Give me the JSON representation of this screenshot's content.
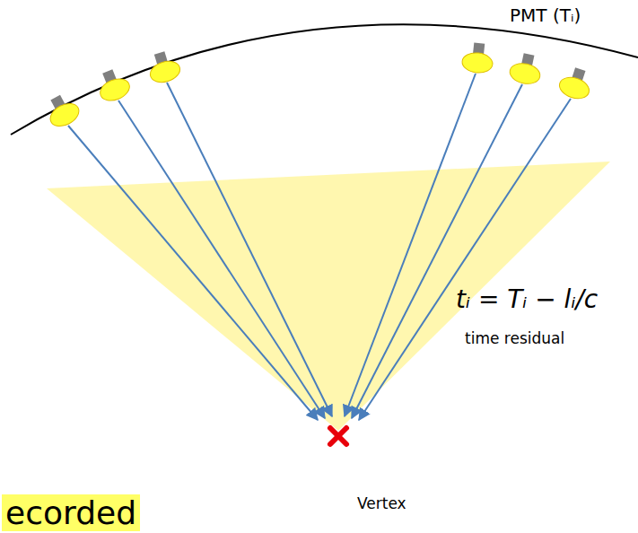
{
  "diagram": {
    "labels": [
      "PMT (Tᵢ)",
      "tᵢ = Tᵢ − lᵢ/c",
      "time residual",
      "Vertex",
      "ecorded"
    ]
  }
}
